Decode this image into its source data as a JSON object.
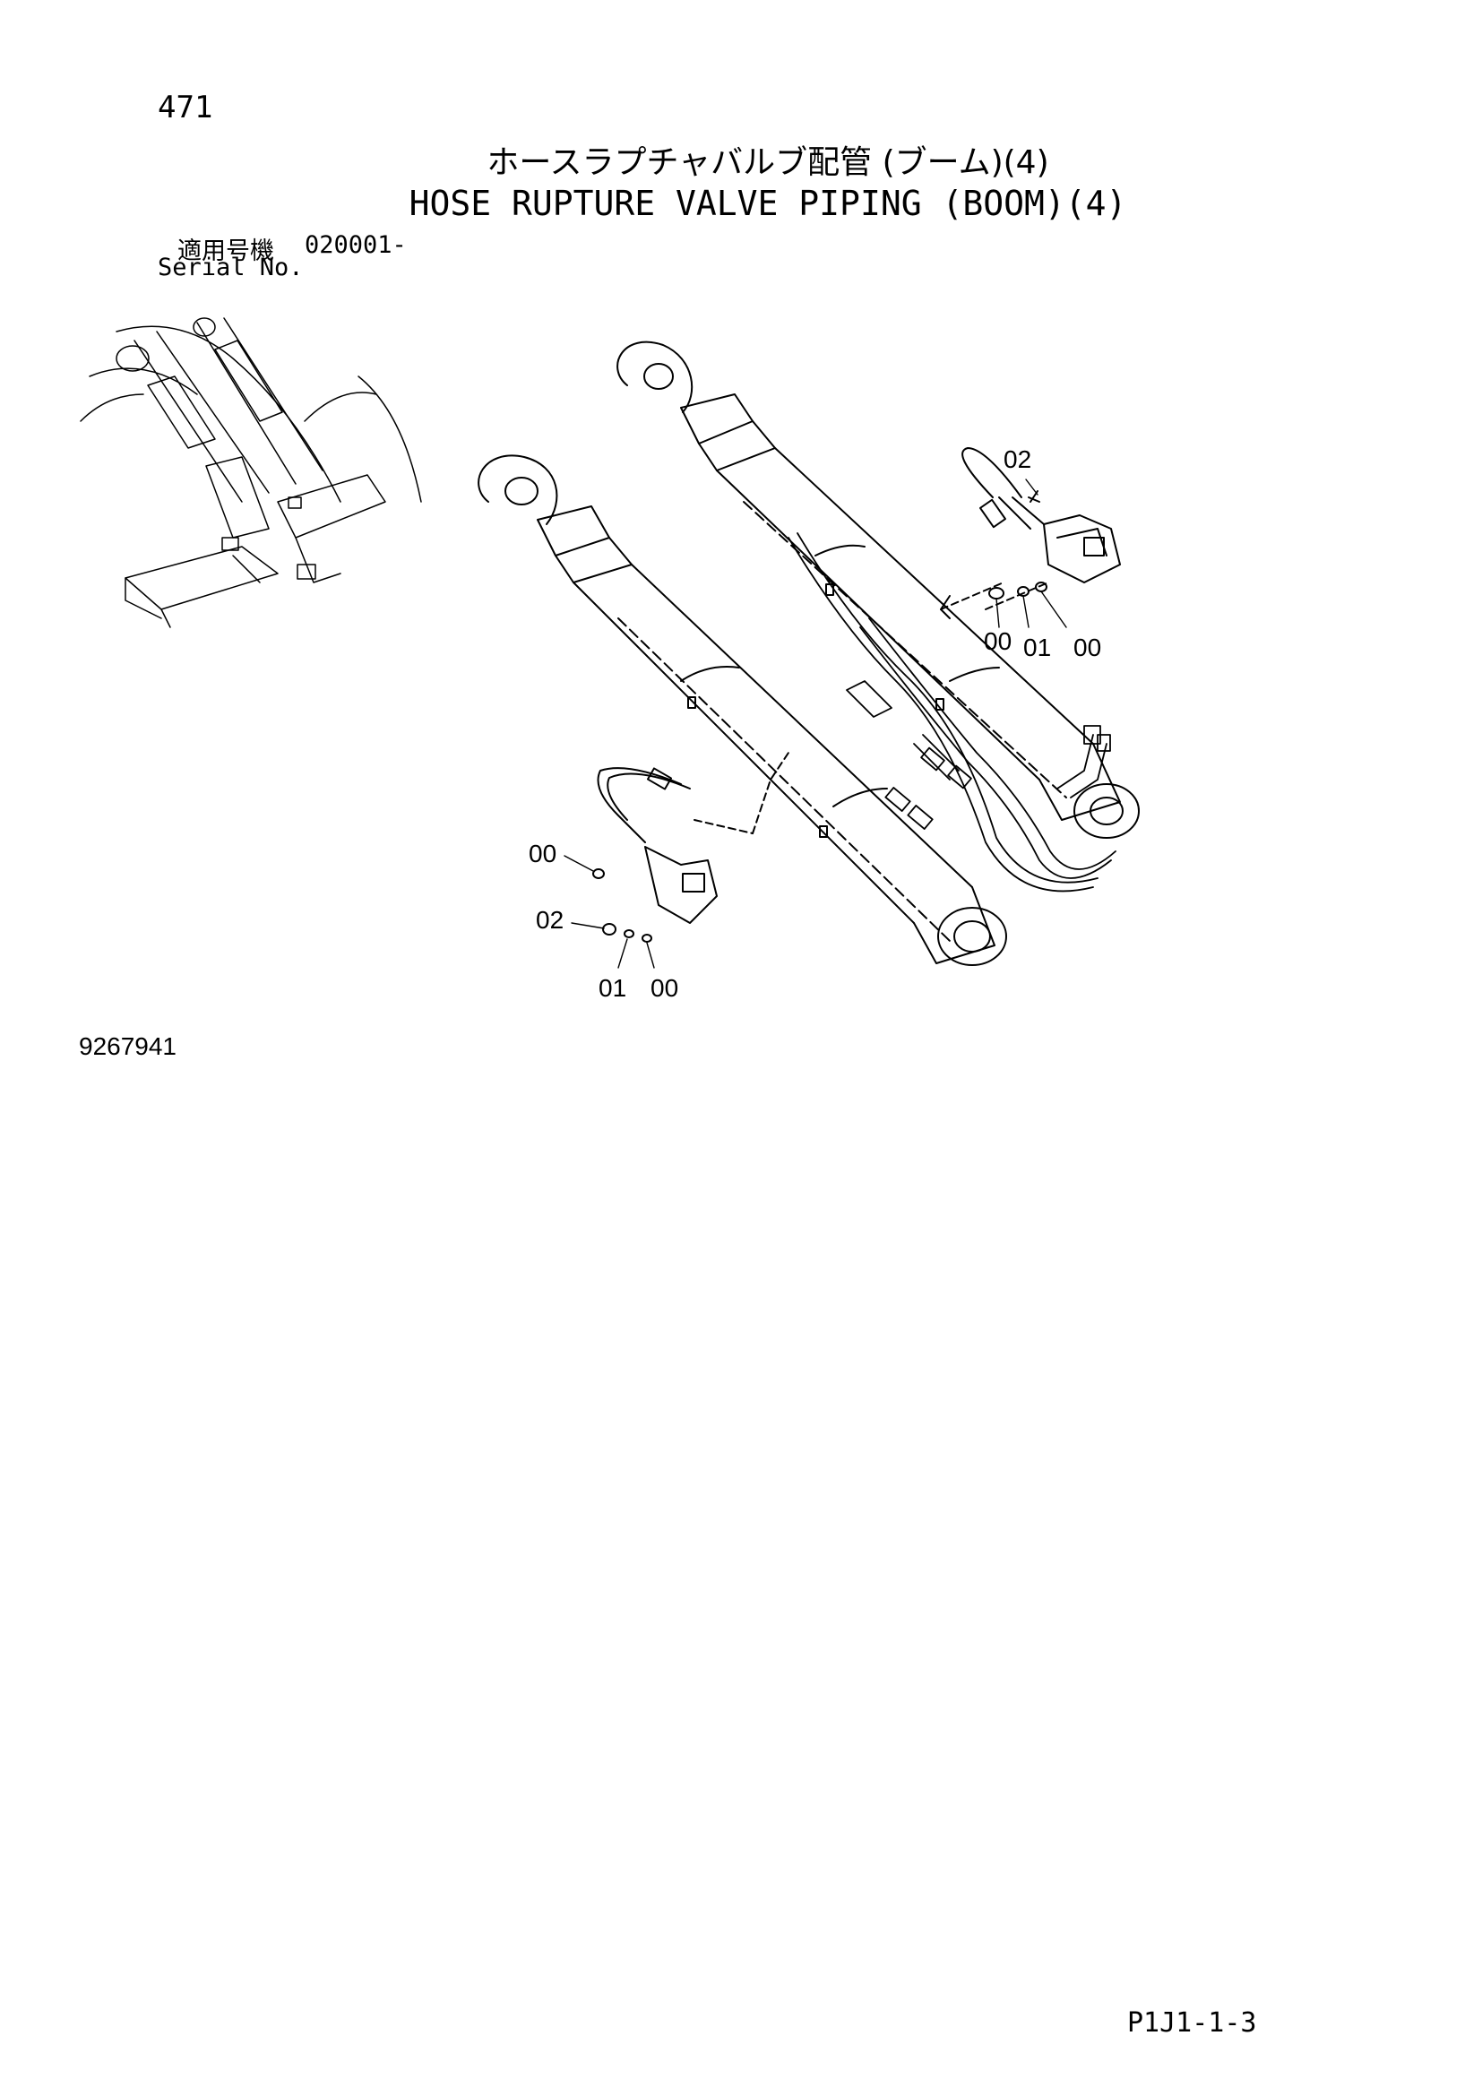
{
  "page": {
    "number": "471",
    "title_jp": "ホースラプチャバルブ配管 (ブーム)(4)",
    "title_en": "HOSE RUPTURE VALVE PIPING (BOOM)(4)",
    "serial_label_jp": "適用号機",
    "serial_value": "020001-",
    "serial_label_en": "Serial No.",
    "document_code": "9267941",
    "footer_ref": "P1J1-1-3"
  },
  "callouts": {
    "upper_02": "02",
    "upper_00_left": "00",
    "upper_01": "01",
    "upper_00_right": "00",
    "lower_00_top": "00",
    "lower_02": "02",
    "lower_01": "01",
    "lower_00_bottom": "00"
  }
}
